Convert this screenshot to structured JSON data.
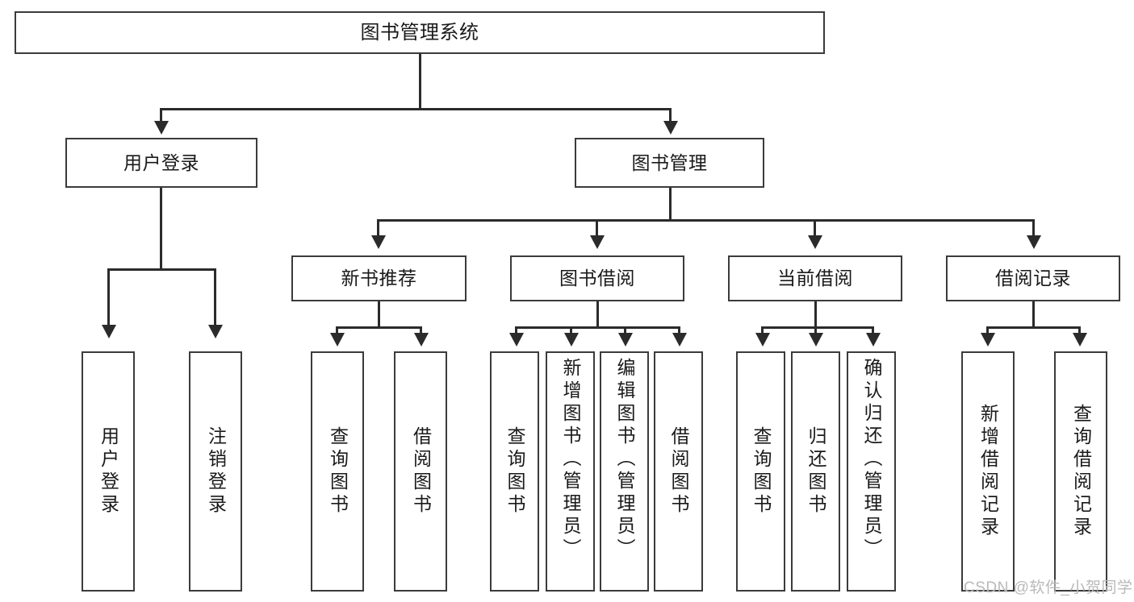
{
  "diagram": {
    "type": "tree",
    "title": "图书管理系统",
    "root": {
      "label": "图书管理系统"
    },
    "level2": [
      {
        "label": "用户登录"
      },
      {
        "label": "图书管理"
      }
    ],
    "level3": [
      {
        "label": "新书推荐"
      },
      {
        "label": "图书借阅"
      },
      {
        "label": "当前借阅"
      },
      {
        "label": "借阅记录"
      }
    ],
    "leaves": {
      "user_login": [
        {
          "label": "用户登录"
        },
        {
          "label": "注销登录"
        }
      ],
      "new_book_recommend": [
        {
          "label": "查询图书"
        },
        {
          "label": "借阅图书"
        }
      ],
      "book_borrow": [
        {
          "label": "查询图书"
        },
        {
          "label": "新增图书（管理员）"
        },
        {
          "label": "编辑图书（管理员）"
        },
        {
          "label": "借阅图书"
        }
      ],
      "current_borrow": [
        {
          "label": "查询图书"
        },
        {
          "label": "归还图书"
        },
        {
          "label": "确认归还（管理员）"
        }
      ],
      "borrow_record": [
        {
          "label": "新增借阅记录"
        },
        {
          "label": "查询借阅记录"
        }
      ]
    }
  },
  "watermark": {
    "text": "CSDN @软件_小贺同学"
  },
  "colors": {
    "box_border": "#3b3b3b",
    "connector": "#2b2b2b",
    "text": "#1a1a1a",
    "background": "#ffffff",
    "watermark": "#b9b9b9"
  }
}
